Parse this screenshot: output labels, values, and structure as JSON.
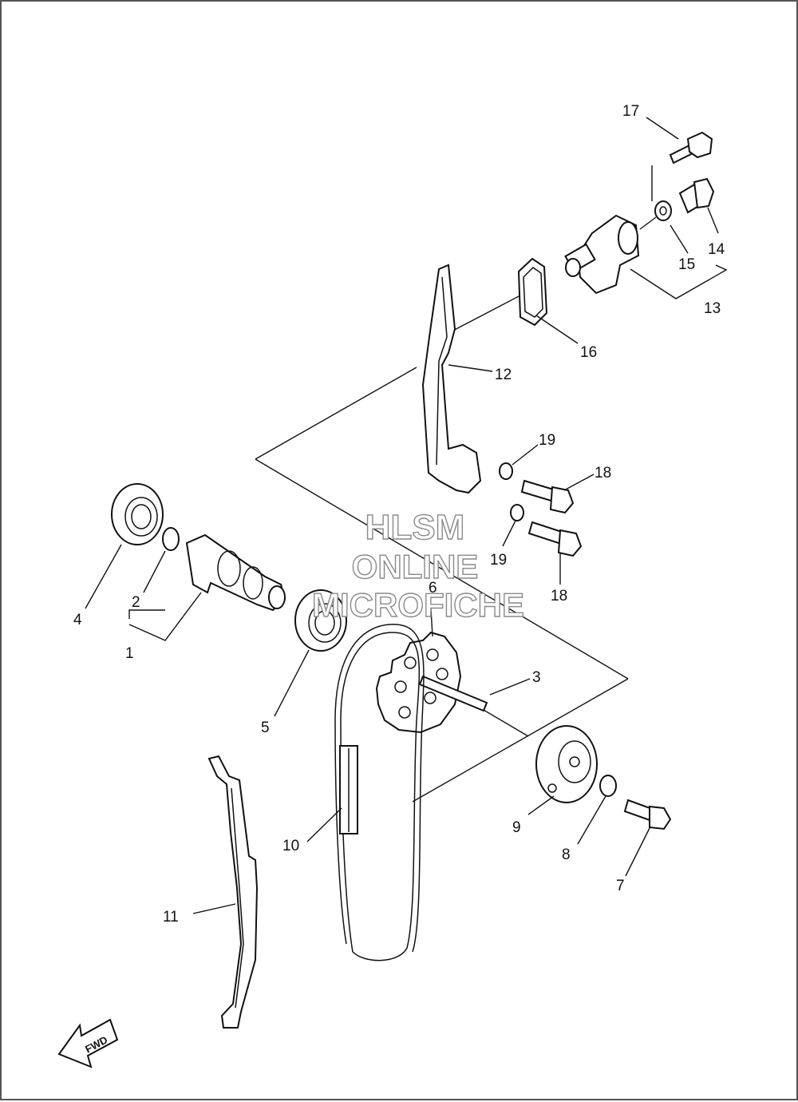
{
  "diagram": {
    "callouts": [
      "1",
      "2",
      "3",
      "4",
      "5",
      "6",
      "7",
      "8",
      "9",
      "10",
      "11",
      "12",
      "13",
      "14",
      "15",
      "16",
      "17",
      "18",
      "18",
      "19",
      "19"
    ],
    "watermark": {
      "line1": "HLSM",
      "line2": "ONLINE",
      "line3": "MICROFICHE"
    },
    "fwd_label": "FWD"
  }
}
